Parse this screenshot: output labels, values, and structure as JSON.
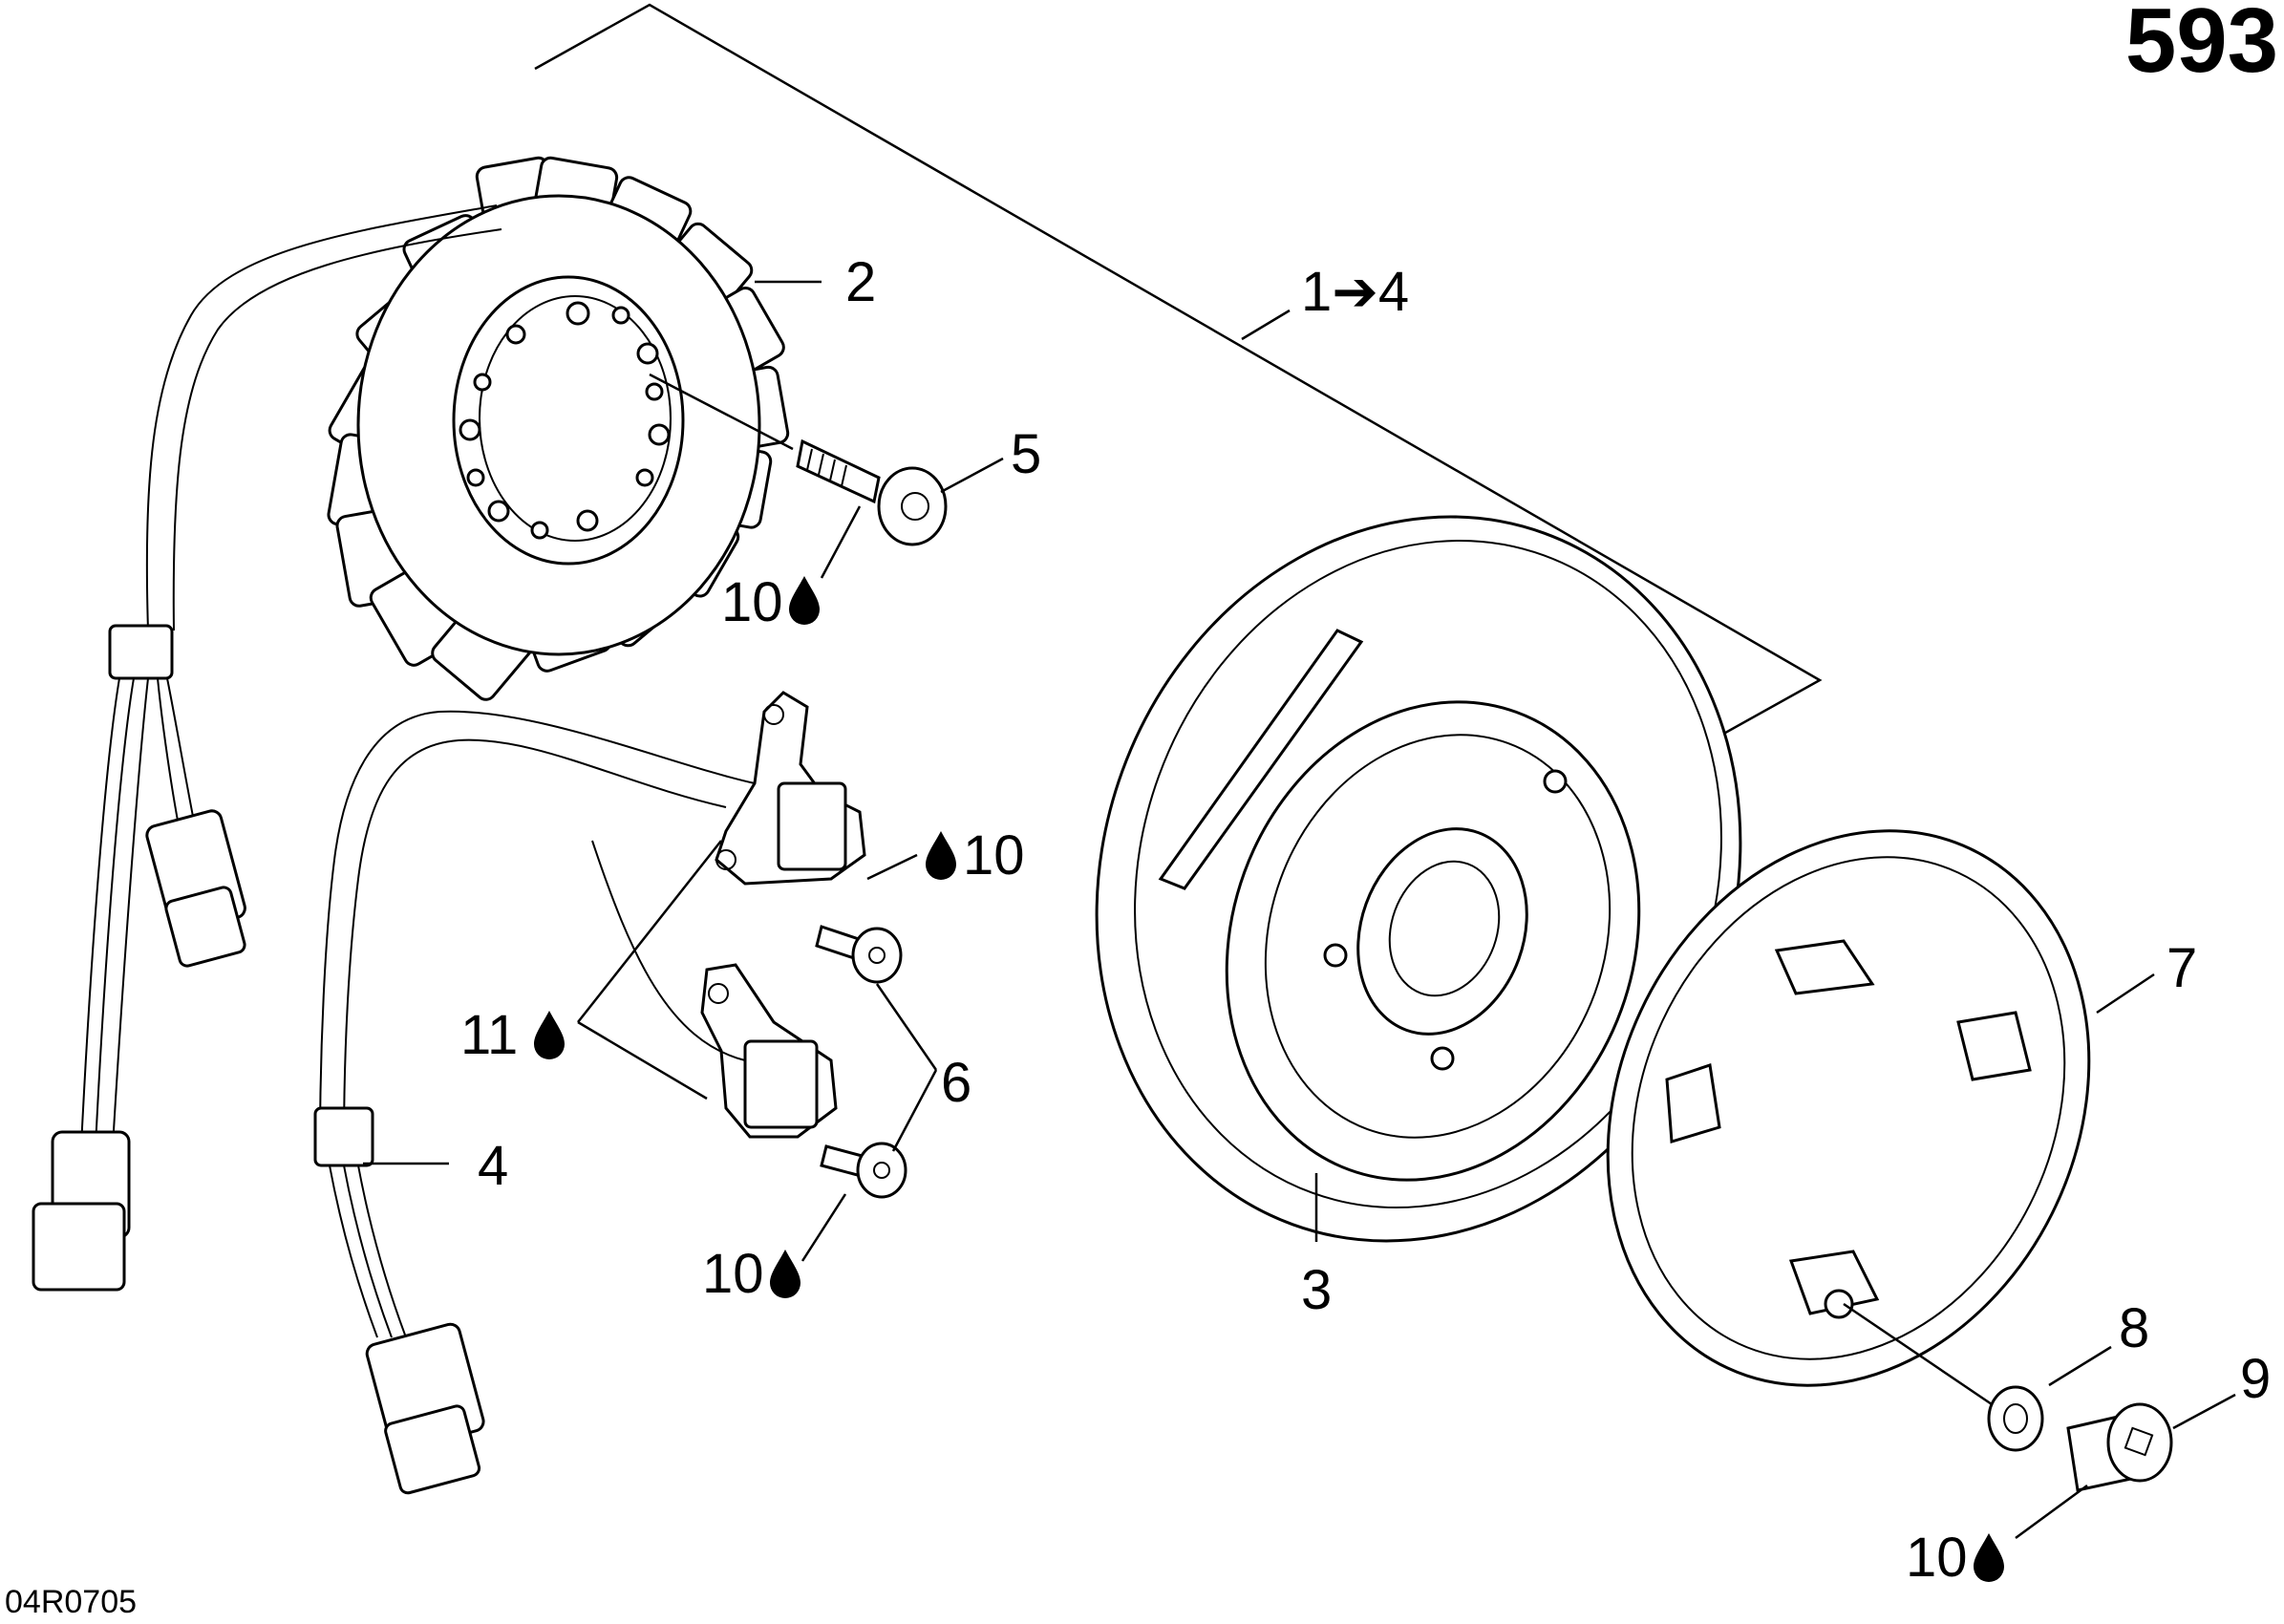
{
  "page_number": "593",
  "figure_code": "04R0705",
  "colors": {
    "ink": "#000000",
    "paper": "#ffffff"
  },
  "icons": {
    "thread_locker": "drop-icon",
    "assembly": "arrow-right-icon"
  },
  "callouts": [
    {
      "id": "c2",
      "text": "2"
    },
    {
      "id": "c1to4",
      "text": "1➔4"
    },
    {
      "id": "c5",
      "text": "5"
    },
    {
      "id": "c10a",
      "text": "10"
    },
    {
      "id": "c10b",
      "text": "10"
    },
    {
      "id": "c11",
      "text": "11"
    },
    {
      "id": "c6",
      "text": "6"
    },
    {
      "id": "c4",
      "text": "4"
    },
    {
      "id": "c10c",
      "text": "10"
    },
    {
      "id": "c3",
      "text": "3"
    },
    {
      "id": "c7",
      "text": "7"
    },
    {
      "id": "c8",
      "text": "8"
    },
    {
      "id": "c9",
      "text": "9"
    },
    {
      "id": "c10d",
      "text": "10"
    }
  ]
}
